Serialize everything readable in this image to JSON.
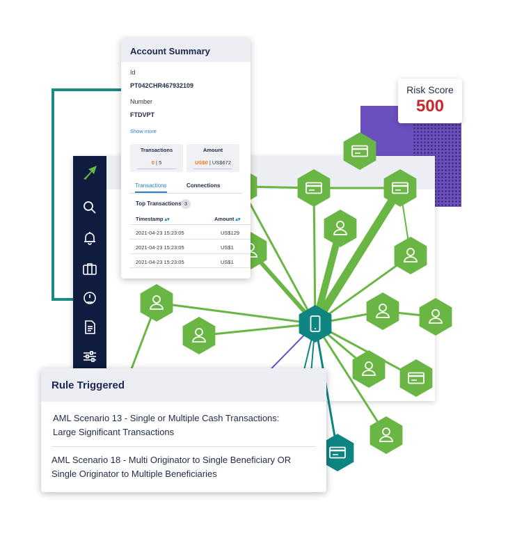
{
  "risk": {
    "label": "Risk Score",
    "value": "500"
  },
  "account_summary": {
    "title": "Account Summary",
    "id_label": "Id",
    "id_value": "PT042CHR467932109",
    "number_label": "Number",
    "number_value": "FTDVPT",
    "show_more": "Show more",
    "transactions_label": "Transactions",
    "transactions_count": "0",
    "transactions_total": "| 5",
    "amount_label": "Amount",
    "amount_low": "US$0",
    "amount_high": "| US$672",
    "tabs": [
      "Transactions",
      "Connections"
    ],
    "top_transactions_label": "Top Transactions",
    "top_transactions_count": "3",
    "col_timestamp": "Timestamp",
    "col_amount": "Amount",
    "rows": [
      {
        "timestamp": "2021-04-23 15:23:05",
        "amount": "US$129"
      },
      {
        "timestamp": "2021-04-23 15:23:05",
        "amount": "US$1"
      },
      {
        "timestamp": "2021-04-23 15:23:05",
        "amount": "US$1"
      }
    ]
  },
  "rule_triggered": {
    "title": "Rule Triggered",
    "items": [
      {
        "line1": "AML Scenario 13 - Single or Multiple Cash Transactions:",
        "line2": "Large Significant Transactions"
      },
      {
        "line1": "AML Scenario 18 - Multi Originator to Single Beneficiary OR",
        "line2": "Single Originator to Multiple Beneficiaries"
      }
    ]
  },
  "sidebar": {
    "icons": [
      "logo-arrow-icon",
      "search-icon",
      "bell-icon",
      "briefcase-icon",
      "gauge-icon",
      "document-icon",
      "sliders-icon"
    ]
  },
  "graph": {
    "center": {
      "icon": "device-icon"
    },
    "nodes": [
      {
        "type": "card"
      },
      {
        "type": "person"
      },
      {
        "type": "card"
      },
      {
        "type": "card"
      },
      {
        "type": "person"
      },
      {
        "type": "person"
      },
      {
        "type": "person"
      },
      {
        "type": "person"
      },
      {
        "type": "person"
      },
      {
        "type": "person"
      },
      {
        "type": "person"
      },
      {
        "type": "person"
      },
      {
        "type": "card"
      },
      {
        "type": "person"
      },
      {
        "type": "card"
      }
    ]
  },
  "colors": {
    "green": "#6ab644",
    "teal": "#0e8580",
    "purple": "#6b4fbf",
    "navy": "#0f1c3f",
    "risk_red": "#c8282d"
  }
}
